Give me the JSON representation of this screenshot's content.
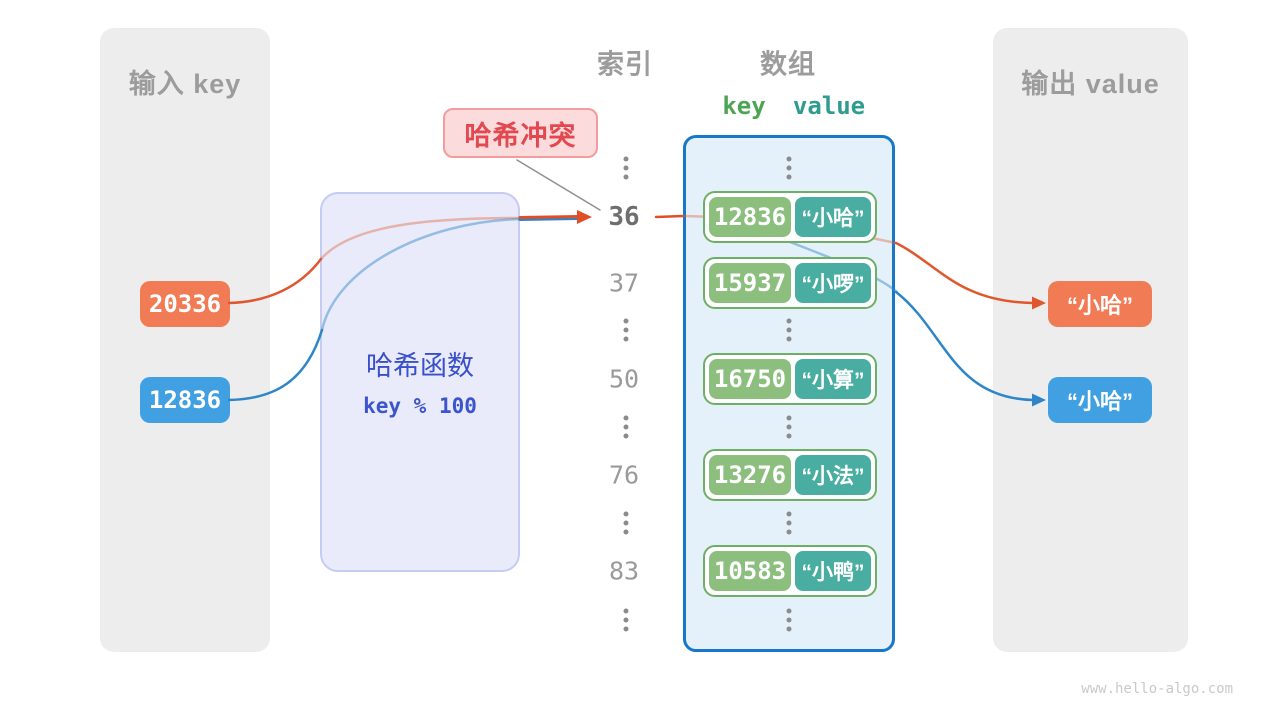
{
  "input_panel": {
    "title": "输入 key",
    "keys": [
      {
        "value": "20336",
        "color": "#F07B55"
      },
      {
        "value": "12836",
        "color": "#41A0E1"
      }
    ]
  },
  "hash_function": {
    "name": "哈希函数",
    "formula": "key % 100"
  },
  "collision_callout": {
    "label": "哈希冲突"
  },
  "index_column": {
    "title": "索引",
    "items": [
      "36",
      "37",
      "50",
      "76",
      "83"
    ],
    "highlighted_item": "36"
  },
  "array_panel": {
    "title": "数组",
    "key_header": "key",
    "value_header": "value",
    "pairs": [
      {
        "key": "12836",
        "value": "“小哈”"
      },
      {
        "key": "15937",
        "value": "“小啰”"
      },
      {
        "key": "16750",
        "value": "“小算”"
      },
      {
        "key": "13276",
        "value": "“小法”"
      },
      {
        "key": "10583",
        "value": "“小鸭”"
      }
    ]
  },
  "output_panel": {
    "title": "输出 value",
    "values": [
      {
        "text": "“小哈”",
        "color": "#F07B55"
      },
      {
        "text": "“小哈”",
        "color": "#41A0E1"
      }
    ]
  },
  "watermark": "www.hello-algo.com",
  "colors": {
    "panel_gray": "#EDEDEE",
    "header_gray": "#9C9C9C",
    "arrow_orange": "#E0572E",
    "arrow_blue": "#2E86C8",
    "hash_box_fill": "#E9EBFA",
    "hash_box_border": "#C5CBF1",
    "hash_text_blue": "#3A50C8",
    "collision_fill": "#FBDBDB",
    "collision_border": "#F49B9B",
    "collision_text": "#E2484F",
    "array_fill": "#E4F1FA",
    "array_border": "#1878C8",
    "pair_border_green": "#6FAE66",
    "pair_key_green": "#8CBE7E",
    "pair_value_teal": "#49ADA1",
    "kv_key_green": "#4CA554",
    "kv_value_teal": "#2F9C8F"
  }
}
